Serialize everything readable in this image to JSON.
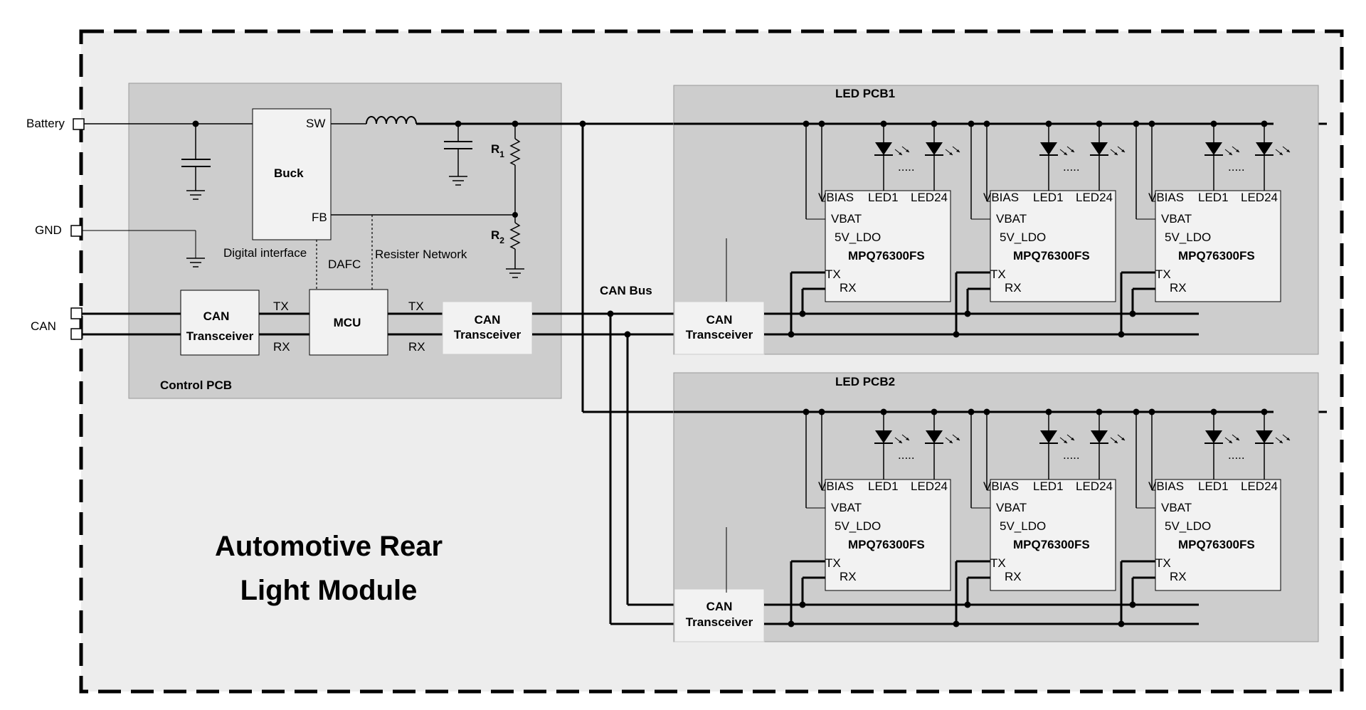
{
  "module_title": [
    "Automotive Rear",
    "Light Module"
  ],
  "ports": {
    "battery": "Battery",
    "gnd": "GND",
    "can": "CAN"
  },
  "control_pcb": {
    "name": "Control PCB",
    "buck": "Buck",
    "sw": "SW",
    "fb": "FB",
    "r1": "R",
    "r1_sub": "1",
    "r2": "R",
    "r2_sub": "2",
    "digital_interface": "Digital interface",
    "dafc": "DAFC",
    "resister_network": "Resister Network",
    "can_transceiver": [
      "CAN",
      "Transceiver"
    ],
    "mcu": "MCU",
    "tx": "TX",
    "rx": "RX"
  },
  "can_bus": "CAN Bus",
  "led_pcbs": [
    {
      "name": "LED PCB1"
    },
    {
      "name": "LED PCB2"
    }
  ],
  "led_driver": {
    "part": "MPQ76300FS",
    "vbias": "VBIAS",
    "led1": "LED1",
    "led24": "LED24",
    "vbat": "VBAT",
    "ldo": "5V_LDO",
    "tx": "TX",
    "rx": "RX"
  },
  "led_transceiver": [
    "CAN",
    "Transceiver"
  ],
  "dots": ".....",
  "continuation": "......",
  "colors": {
    "outer_background": "#ededed",
    "pcb_fill": "#cdcdcd",
    "box_fill": "#f2f2f2",
    "line": "#000000"
  }
}
